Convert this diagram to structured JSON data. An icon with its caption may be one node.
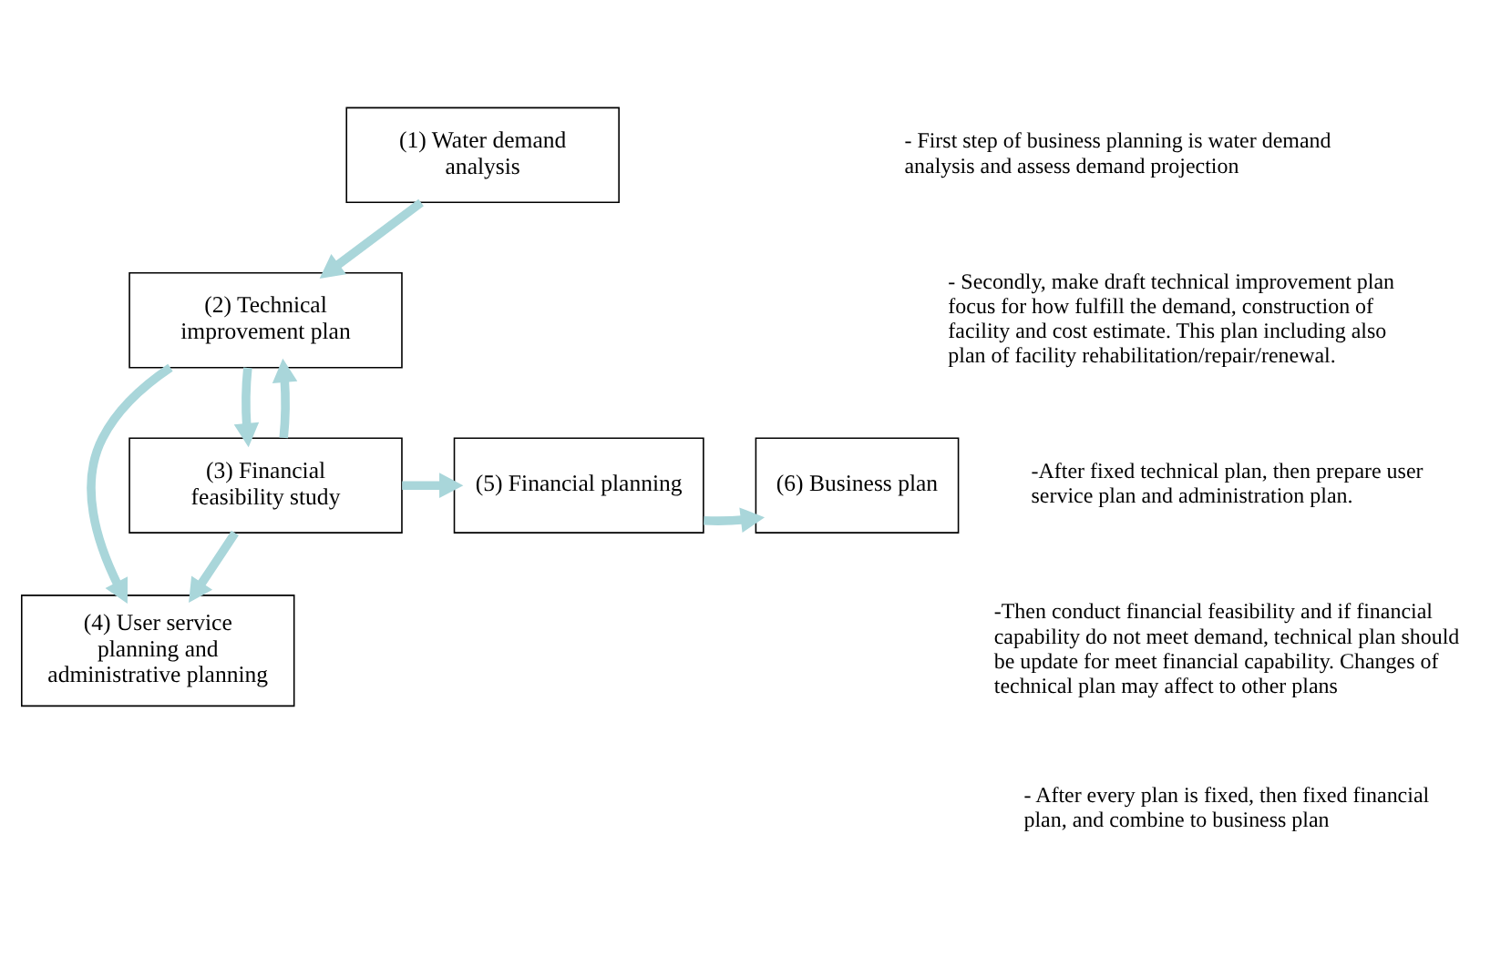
{
  "diagram": {
    "nodes": [
      {
        "text": [
          "(1) Water demand analysis"
        ]
      },
      {
        "text": [
          "(2) Technical improvement plan"
        ]
      },
      {
        "text": [
          "(4) User service planning and administrative planning"
        ]
      },
      {
        "text": [
          "(3) Financial feasibility study"
        ]
      },
      {
        "text": [
          "(5) Financial planning"
        ]
      },
      {
        "text": [
          "(6) Business plan"
        ]
      }
    ],
    "edges": [
      {
        "from": 0,
        "to": 1,
        "arrow": "to"
      },
      {
        "from": 1,
        "to": 2,
        "arrow": "to"
      },
      {
        "from": 1,
        "to": 3,
        "arrow": "to"
      },
      {
        "from": 3,
        "to": 1,
        "arrow": "to"
      },
      {
        "from": 3,
        "to": 2,
        "arrow": "to"
      },
      {
        "from": 3,
        "to": 4,
        "arrow": "to"
      },
      {
        "from": 4,
        "to": 5,
        "arrow": "to"
      }
    ],
    "labels": [
      "- First step of business planning is water demand analysis and assess demand projection",
      "- Secondly, make draft technical improvement plan focus for how fulfill the demand, construction of facility and cost estimate. This plan including also plan of facility rehabilitation/repair/renewal.",
      "-After fixed technical plan, then prepare user service plan and administration plan.",
      "-Then conduct financial feasibility and if financial capability do not meet demand, technical plan should be update for meet financial capability. Changes of technical plan may affect to other plans",
      "- After every plan is fixed, then fixed financial plan, and combine to business plan"
    ]
  }
}
